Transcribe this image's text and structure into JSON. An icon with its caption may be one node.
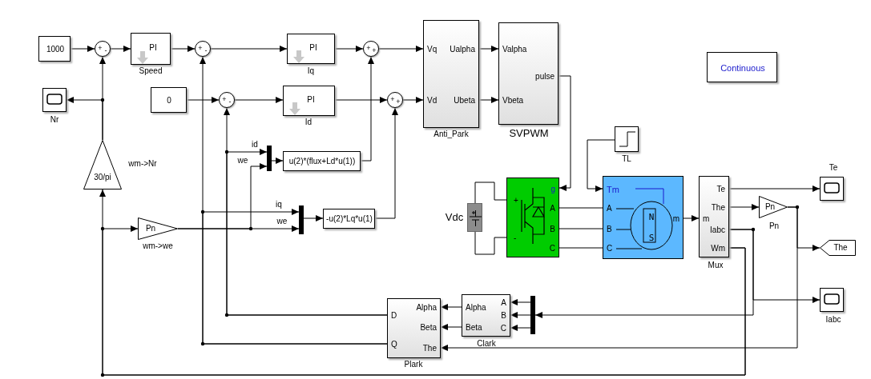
{
  "diagram": {
    "nodes": [
      {
        "text": [
          "1000"
        ]
      },
      {
        "text": [
          "+",
          "-"
        ]
      },
      {
        "text": [
          "PI"
        ],
        "beside": [
          "Speed"
        ]
      },
      {
        "text": [
          "+",
          "-"
        ]
      },
      {
        "text": [
          "PI"
        ],
        "beside": [
          "Iq"
        ]
      },
      {
        "text": [
          "+",
          "+"
        ]
      },
      {
        "text": [],
        "shape": "box",
        "beside": [
          "Nr"
        ]
      },
      {
        "text": [
          "0"
        ]
      },
      {
        "text": [
          "+",
          "-"
        ]
      },
      {
        "text": [
          "PI"
        ],
        "beside": [
          "Id"
        ]
      },
      {
        "text": [
          "+",
          "+"
        ]
      },
      {
        "text": [
          "Vq",
          "Vd",
          "Ualpha",
          "Ubeta"
        ],
        "beside": [
          "Anti_Park"
        ]
      },
      {
        "text": [
          "Valpha",
          "Vbeta",
          "pulse"
        ],
        "beside": [
          "SVPWM"
        ]
      },
      {
        "text": [
          "Continuous"
        ]
      },
      {
        "text": [
          "30/pi"
        ],
        "beside": [
          "wm->Nr"
        ]
      },
      {
        "text": [],
        "shape": "bar"
      },
      {
        "text": [
          "u(2)*(flux+Ld*u(1))"
        ]
      },
      {
        "text": [],
        "shape": "bar"
      },
      {
        "text": [
          "-u(2)*Lq*u(1)"
        ]
      },
      {
        "text": [
          "Pn"
        ],
        "beside": [
          "wm->we"
        ]
      },
      {
        "text": [],
        "shape": "box",
        "beside": [
          "TL"
        ]
      },
      {
        "text": [],
        "shape": "box",
        "beside": [
          "Vdc"
        ]
      },
      {
        "text": [
          "+",
          "-",
          "g",
          "A",
          "B",
          "C"
        ]
      },
      {
        "text": [
          "Tm",
          "A",
          "B",
          "C",
          "N",
          "S",
          "m"
        ]
      },
      {
        "text": [
          "m",
          "Te",
          "The",
          "Iabc",
          "Wm"
        ],
        "beside": [
          "Mux"
        ]
      },
      {
        "text": [],
        "shape": "box",
        "beside": [
          "Te"
        ]
      },
      {
        "text": [
          "Pn"
        ],
        "beside": [
          "Pn"
        ]
      },
      {
        "text": [
          "The"
        ]
      },
      {
        "text": [],
        "shape": "box",
        "beside": [
          "Iabc"
        ]
      },
      {
        "text": [],
        "shape": "bar"
      },
      {
        "text": [
          "A",
          "B",
          "C",
          "Alpha",
          "Beta"
        ],
        "beside": [
          "Clark"
        ]
      },
      {
        "text": [
          "Alpha",
          "D",
          "Beta",
          "Q",
          "The"
        ],
        "beside": [
          "Plark"
        ]
      }
    ],
    "edges": [
      {
        "from": 0,
        "to": 1,
        "arrow": "to"
      },
      {
        "from": 1,
        "to": 2,
        "arrow": "to"
      },
      {
        "from": 2,
        "to": 3,
        "arrow": "to"
      },
      {
        "from": 3,
        "to": 4,
        "arrow": "to"
      },
      {
        "from": 4,
        "to": 5,
        "arrow": "to"
      },
      {
        "from": 5,
        "to": 11,
        "arrow": "to"
      },
      {
        "from": 7,
        "to": 8,
        "arrow": "to"
      },
      {
        "from": 8,
        "to": 9,
        "arrow": "to"
      },
      {
        "from": 9,
        "to": 10,
        "arrow": "to"
      },
      {
        "from": 10,
        "to": 11,
        "arrow": "to"
      },
      {
        "from": 11,
        "to": 12,
        "arrow": "to"
      },
      {
        "from": 11,
        "to": 12,
        "arrow": "to"
      },
      {
        "from": 12,
        "to": 22,
        "arrow": "to"
      },
      {
        "from": 14,
        "to": 1,
        "arrow": "to"
      },
      {
        "from": 14,
        "to": 6,
        "arrow": "to"
      },
      {
        "from": 16,
        "to": 5,
        "arrow": "to"
      },
      {
        "from": 18,
        "to": 10,
        "arrow": "to"
      },
      {
        "from": 15,
        "to": 16,
        "arrow": "to"
      },
      {
        "from": 17,
        "to": 18,
        "arrow": "to"
      },
      {
        "from": 19,
        "to": 17,
        "arrow": "to"
      },
      {
        "from": 19,
        "to": 15,
        "arrow": "to"
      },
      {
        "from": 31,
        "to": 8,
        "arrow": "to"
      },
      {
        "from": 31,
        "to": 15,
        "arrow": "to"
      },
      {
        "from": 31,
        "to": 3,
        "arrow": "to"
      },
      {
        "from": 31,
        "to": 17,
        "arrow": "to"
      },
      {
        "from": 24,
        "to": 14,
        "arrow": "to"
      },
      {
        "from": 24,
        "to": 19,
        "arrow": "to"
      },
      {
        "from": 20,
        "to": 23,
        "arrow": "to"
      },
      {
        "from": 21,
        "to": 22,
        "arrow": "none"
      },
      {
        "from": 21,
        "to": 22,
        "arrow": "none"
      },
      {
        "from": 22,
        "to": 23,
        "arrow": "none"
      },
      {
        "from": 22,
        "to": 23,
        "arrow": "none"
      },
      {
        "from": 22,
        "to": 23,
        "arrow": "none"
      },
      {
        "from": 23,
        "to": 24,
        "arrow": "to"
      },
      {
        "from": 24,
        "to": 25,
        "arrow": "to"
      },
      {
        "from": 24,
        "to": 26,
        "arrow": "to"
      },
      {
        "from": 26,
        "to": 27,
        "arrow": "to"
      },
      {
        "from": 26,
        "to": 31,
        "arrow": "to"
      },
      {
        "from": 24,
        "to": 28,
        "arrow": "to"
      },
      {
        "from": 24,
        "to": 29,
        "arrow": "to"
      },
      {
        "from": 29,
        "to": 30,
        "arrow": "to"
      },
      {
        "from": 29,
        "to": 30,
        "arrow": "to"
      },
      {
        "from": 29,
        "to": 30,
        "arrow": "to"
      },
      {
        "from": 30,
        "to": 31,
        "arrow": "to"
      },
      {
        "from": 30,
        "to": 31,
        "arrow": "to"
      }
    ],
    "labels": [
      "id",
      "we",
      "iq",
      "we"
    ]
  }
}
